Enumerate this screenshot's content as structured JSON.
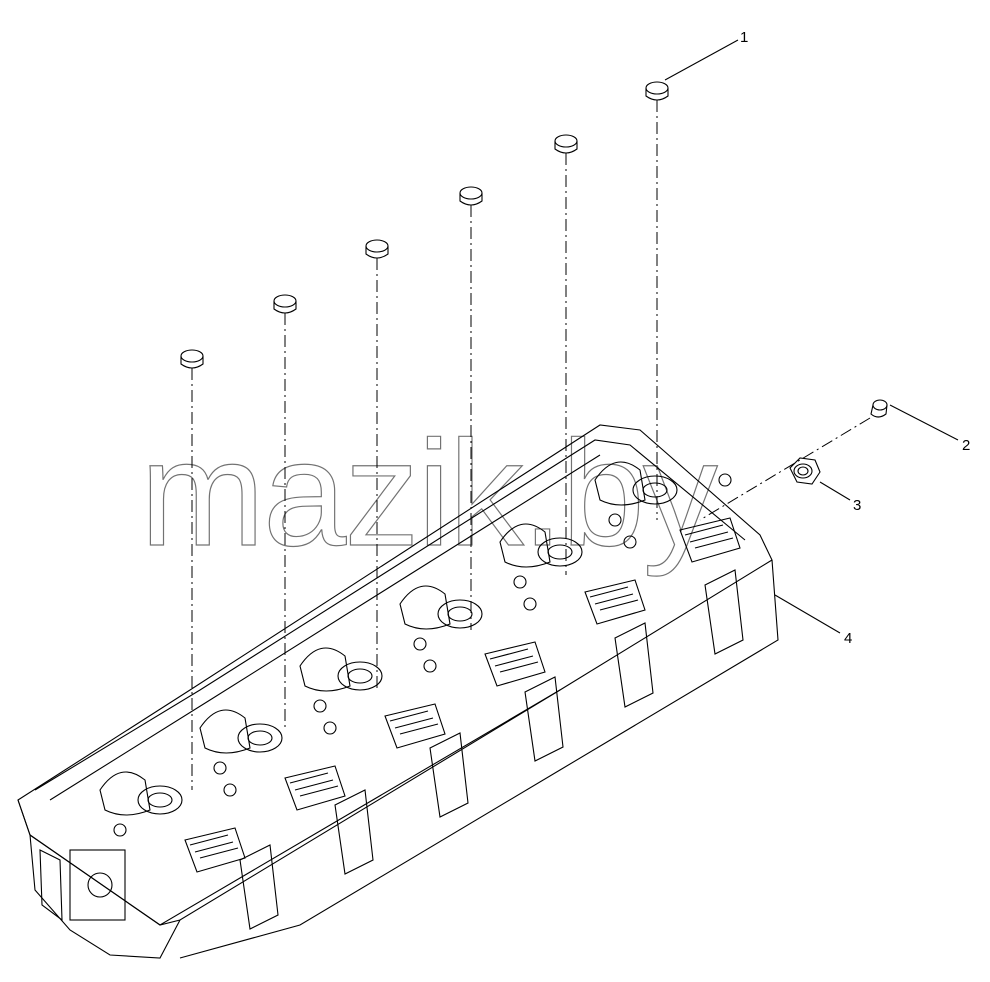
{
  "diagram": {
    "callouts": [
      "1",
      "2",
      "3",
      "4"
    ],
    "watermark": "mazik.by"
  }
}
